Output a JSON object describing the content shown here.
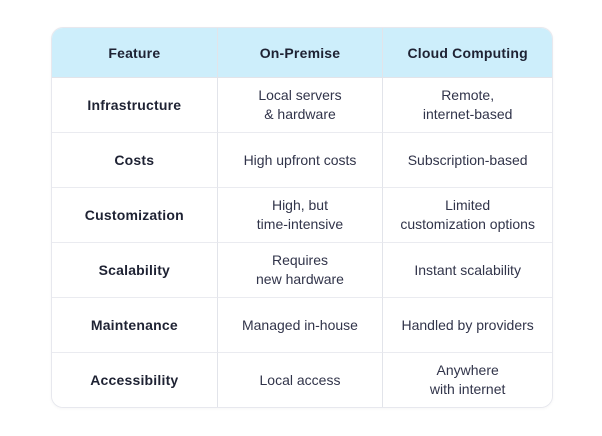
{
  "chart_data": {
    "type": "table",
    "columns": [
      "Feature",
      "On-Premise",
      "Cloud Computing"
    ],
    "rows": [
      [
        "Infrastructure",
        "Local servers & hardware",
        "Remote, internet-based"
      ],
      [
        "Costs",
        "High upfront costs",
        "Subscription-based"
      ],
      [
        "Customization",
        "High, but time-intensive",
        "Limited customization options"
      ],
      [
        "Scalability",
        "Requires new hardware",
        "Instant scalability"
      ],
      [
        "Maintenance",
        "Managed in-house",
        "Handled by providers"
      ],
      [
        "Accessibility",
        "Local access",
        "Anywhere with internet"
      ]
    ],
    "layout": {
      "header_position": "top",
      "grid": true,
      "rounded_corners": true
    }
  },
  "table": {
    "columns": [
      "Feature",
      "On-Premise",
      "Cloud Computing"
    ],
    "rows": [
      {
        "feature": "Infrastructure",
        "on_premise": "Local servers\n& hardware",
        "cloud": "Remote,\ninternet-based"
      },
      {
        "feature": "Costs",
        "on_premise": "High upfront costs",
        "cloud": "Subscription-based"
      },
      {
        "feature": "Customization",
        "on_premise": "High, but\ntime-intensive",
        "cloud": "Limited\ncustomization options"
      },
      {
        "feature": "Scalability",
        "on_premise": "Requires\nnew hardware",
        "cloud": "Instant scalability"
      },
      {
        "feature": "Maintenance",
        "on_premise": "Managed in-house",
        "cloud": "Handled by providers"
      },
      {
        "feature": "Accessibility",
        "on_premise": "Local access",
        "cloud": "Anywhere\nwith internet"
      }
    ]
  },
  "colors": {
    "header_bg": "#cdeefb",
    "header_text": "#1e2233",
    "body_text": "#31344a",
    "grid_border": "#e2e4ea",
    "card_border": "#e7e8ee",
    "background": "#ffffff"
  }
}
